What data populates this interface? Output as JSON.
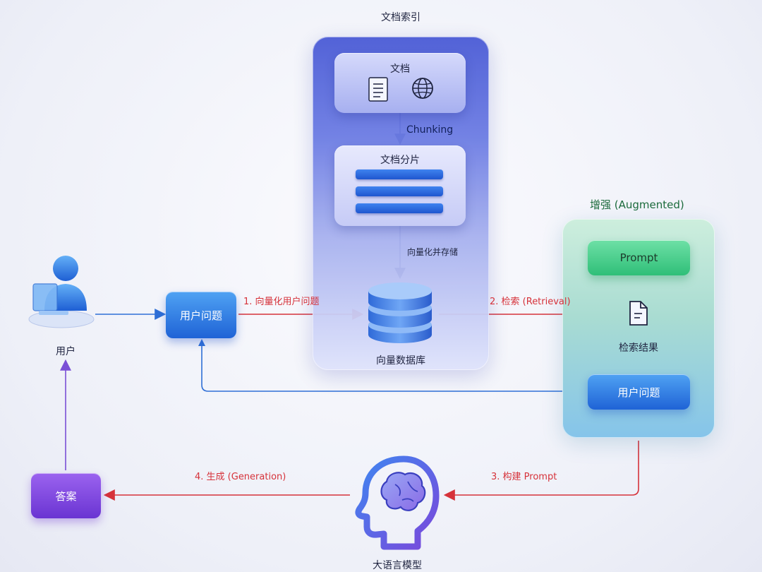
{
  "doc_index": {
    "title": "文档索引",
    "docs_label": "文档",
    "chunking_label": "Chunking",
    "chunks_label": "文档分片",
    "vectorize_store_label": "向量化并存储",
    "vector_db_label": "向量数据库"
  },
  "augmented": {
    "title": "增强 (Augmented)",
    "prompt_label": "Prompt",
    "results_label": "检索结果",
    "question_label": "用户问题"
  },
  "user": {
    "label": "用户",
    "question_label": "用户问题"
  },
  "answer": {
    "label": "答案"
  },
  "llm": {
    "label": "大语言模型"
  },
  "steps": {
    "step1": "1. 向量化用户问题",
    "step2": "2. 检索 (Retrieval)",
    "step3": "3. 构建 Prompt",
    "step4": "4. 生成 (Generation)"
  },
  "colors": {
    "blue_arrow": "#2f6fd6",
    "red_arrow": "#d6323a",
    "purple_arrow": "#7a4fd6",
    "navy_arrow": "#1d2f86"
  },
  "icons": [
    "document-icon",
    "globe-icon",
    "database-icon",
    "user-icon",
    "result-file-icon",
    "brain-head-icon"
  ]
}
